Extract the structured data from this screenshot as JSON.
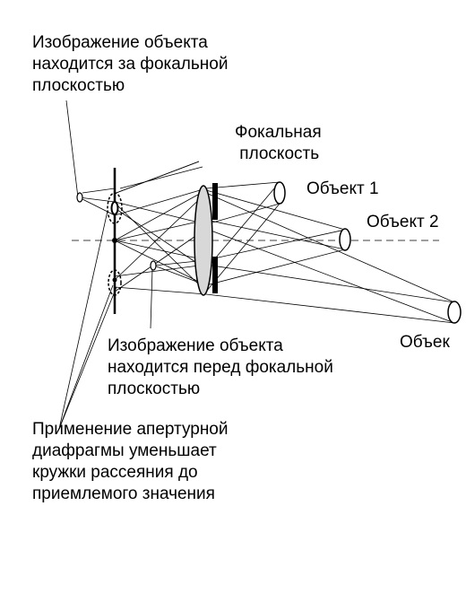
{
  "labels": {
    "image_behind": [
      "Изображение объекта",
      "находится за фокальной",
      "плоскостью"
    ],
    "focal_plane": [
      "Фокальная",
      "плоскость"
    ],
    "object_1": "Объект 1",
    "object_2": "Объект 2",
    "object_3": "Объек",
    "image_front": [
      "Изображение объекта",
      "находится перед фокальной",
      "плоскостью"
    ],
    "aperture": [
      "Применение апертурной",
      "диафрагмы уменьшает",
      "кружки рассеяния до",
      "приемлемого значения"
    ]
  }
}
